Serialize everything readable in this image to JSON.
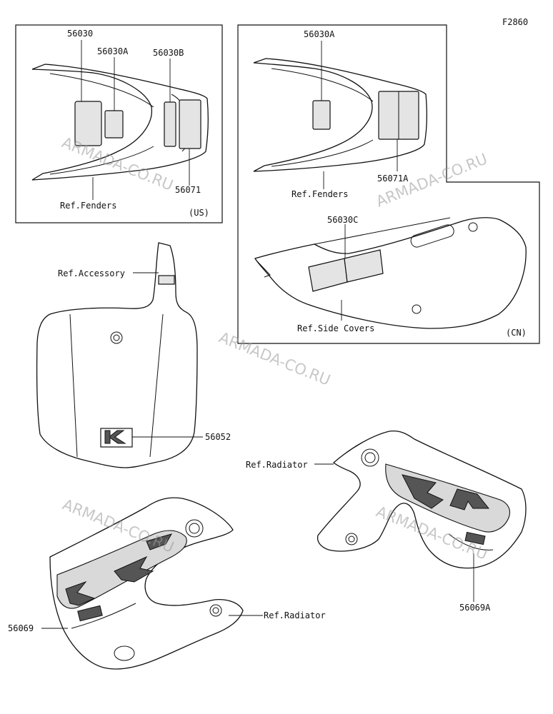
{
  "figure_code": "F2860",
  "boxes": {
    "us_tag": "(US)",
    "cn_tag": "(CN)"
  },
  "labels": {
    "p56030": "56030",
    "p56030A_us": "56030A",
    "p56030B": "56030B",
    "p56071": "56071",
    "ref_fenders_us": "Ref.Fenders",
    "p56030A_cn": "56030A",
    "p56071A": "56071A",
    "ref_fenders_cn": "Ref.Fenders",
    "p56030C": "56030C",
    "ref_side_covers": "Ref.Side Covers",
    "ref_accessory": "Ref.Accessory",
    "p56052": "56052",
    "ref_radiator_right": "Ref.Radiator",
    "p56069A": "56069A",
    "ref_radiator_left": "Ref.Radiator",
    "p56069": "56069"
  },
  "watermark": "ARMADA-CO.RU",
  "icons": {
    "brand_logo": "kawasaki-logo-icon",
    "model_graphic": "klx-graphic-icon"
  }
}
